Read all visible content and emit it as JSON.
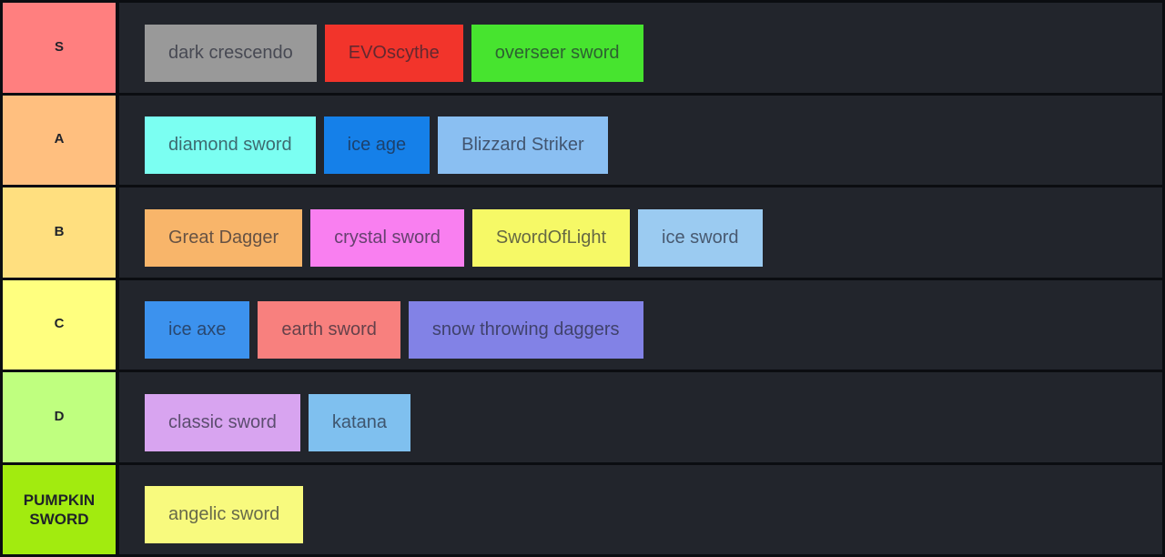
{
  "tierlist": {
    "colors": {
      "page_bg": "#0b0d11",
      "row_bg": "#22252c",
      "tile_text": "rgba(32,36,50,0.68)",
      "label_text": "#1f2229"
    },
    "rows": [
      {
        "label": "S",
        "label_color": "#FF7F7F",
        "items": [
          {
            "name": "dark crescendo",
            "color": "#999999"
          },
          {
            "name": "EVOscythe",
            "color": "#F2342B"
          },
          {
            "name": "overseer sword",
            "color": "#47E42F"
          }
        ]
      },
      {
        "label": "A",
        "label_color": "#FFBF7F",
        "items": [
          {
            "name": "diamond sword",
            "color": "#7BFFF2"
          },
          {
            "name": "ice age",
            "color": "#1580E9"
          },
          {
            "name": "Blizzard Striker",
            "color": "#8ABFF2"
          }
        ]
      },
      {
        "label": "B",
        "label_color": "#FFDF7F",
        "items": [
          {
            "name": "Great Dagger",
            "color": "#F8B56A"
          },
          {
            "name": "crystal sword",
            "color": "#F97FF0"
          },
          {
            "name": "SwordOfLight",
            "color": "#F6F966"
          },
          {
            "name": "ice sword",
            "color": "#9BCBF1"
          }
        ]
      },
      {
        "label": "C",
        "label_color": "#FFFF7F",
        "items": [
          {
            "name": "ice axe",
            "color": "#3C92EE"
          },
          {
            "name": "earth sword",
            "color": "#F8807E"
          },
          {
            "name": "snow throwing daggers",
            "color": "#8282E6"
          }
        ]
      },
      {
        "label": "D",
        "label_color": "#BFFF7F",
        "items": [
          {
            "name": "classic sword",
            "color": "#D8A4F0"
          },
          {
            "name": "katana",
            "color": "#7FC0EF"
          }
        ]
      },
      {
        "label": "PUMPKIN SWORD",
        "label_color": "#A2EB0F",
        "items": [
          {
            "name": "angelic sword",
            "color": "#F8FA7E"
          }
        ]
      }
    ]
  }
}
